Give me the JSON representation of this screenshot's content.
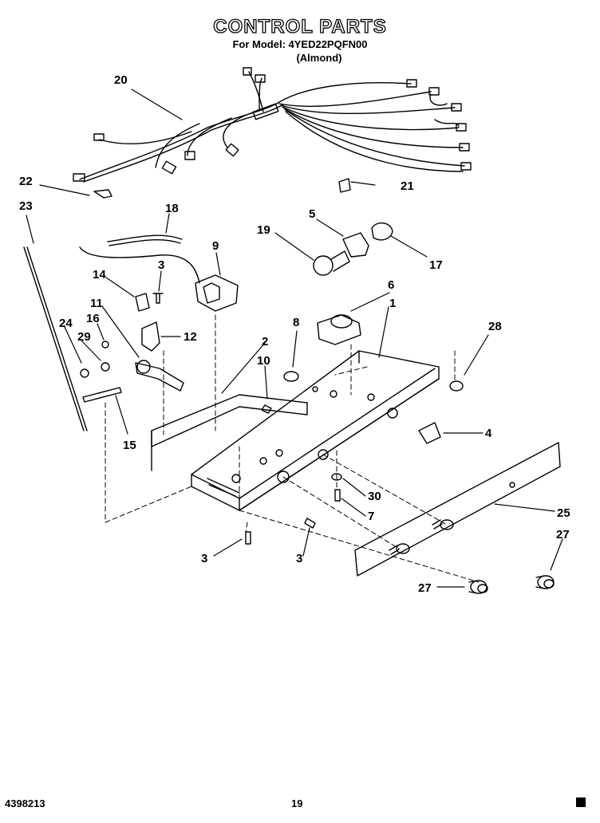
{
  "header": {
    "title": "CONTROL PARTS",
    "model_line": "For Model: 4YED22PQFN00",
    "color_line": "(Almond)"
  },
  "callouts": [
    "20",
    "22",
    "23",
    "21",
    "18",
    "5",
    "19",
    "17",
    "9",
    "3",
    "14",
    "11",
    "16",
    "12",
    "24",
    "29",
    "6",
    "1",
    "8",
    "28",
    "2",
    "10",
    "15",
    "4",
    "30",
    "25",
    "7",
    "3",
    "3",
    "27",
    "27"
  ],
  "footer": {
    "doc_number": "4398213",
    "page_number": "19"
  }
}
